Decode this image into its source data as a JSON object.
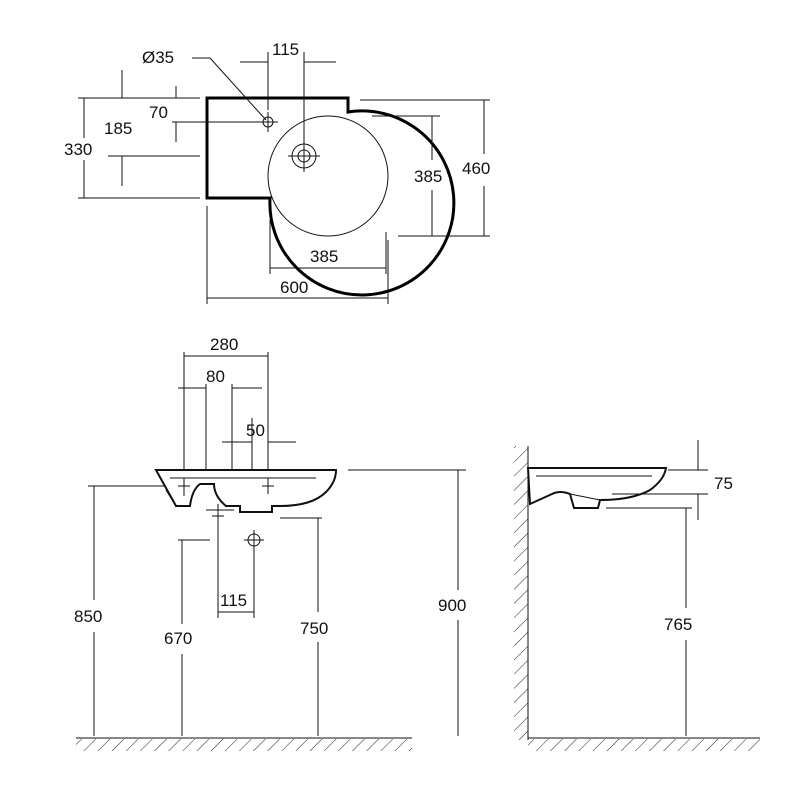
{
  "top_view": {
    "hole_diameter": "Ø35",
    "tap_spacing": "115",
    "offset_70": "70",
    "depth_185": "185",
    "depth_330": "330",
    "bowl_385_v": "385",
    "total_460": "460",
    "bowl_385_h": "385",
    "width_600": "600"
  },
  "front_view": {
    "width_280": "280",
    "width_80": "80",
    "width_50": "50",
    "spacing_115": "115",
    "height_850": "850",
    "height_670": "670",
    "height_750": "750",
    "height_900": "900"
  },
  "side_view": {
    "thickness_75": "75",
    "height_765": "765"
  }
}
